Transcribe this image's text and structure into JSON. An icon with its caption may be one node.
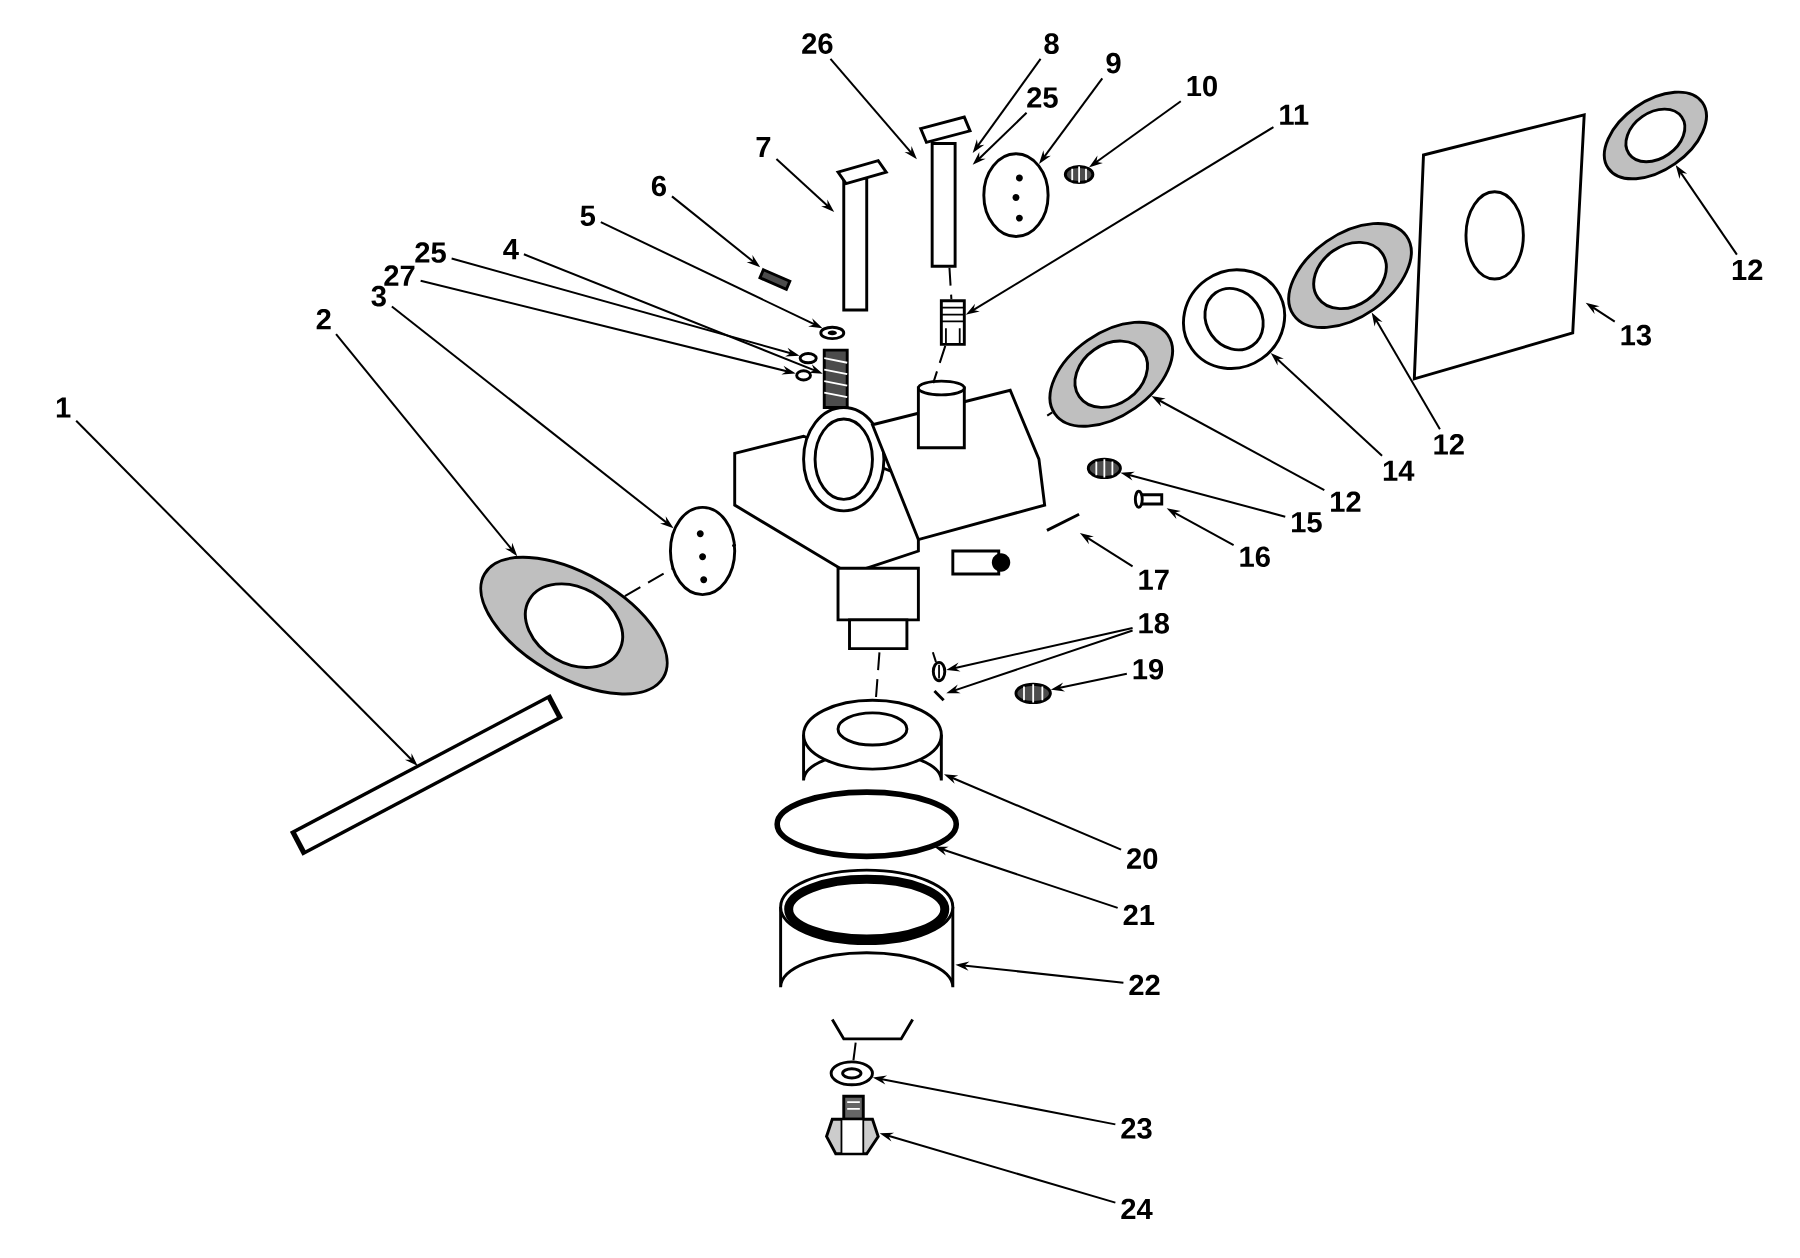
{
  "diagram": {
    "nodes": [
      {
        "text": [
          "26"
        ]
      },
      {
        "text": [
          "8"
        ]
      },
      {
        "text": [
          "25"
        ]
      },
      {
        "text": [
          "9"
        ]
      },
      {
        "text": [
          "10"
        ]
      },
      {
        "text": [
          "11"
        ]
      },
      {
        "text": [
          "7"
        ]
      },
      {
        "text": [
          "6"
        ]
      },
      {
        "text": [
          "5"
        ]
      },
      {
        "text": [
          "25"
        ]
      },
      {
        "text": [
          "27"
        ]
      },
      {
        "text": [
          "4"
        ]
      },
      {
        "text": [
          "3"
        ]
      },
      {
        "text": [
          "2"
        ]
      },
      {
        "text": [
          "1"
        ]
      },
      {
        "text": [
          "12"
        ]
      },
      {
        "text": [
          "13"
        ]
      },
      {
        "text": [
          "12"
        ]
      },
      {
        "text": [
          "14"
        ]
      },
      {
        "text": [
          "12"
        ]
      },
      {
        "text": [
          "15"
        ]
      },
      {
        "text": [
          "16"
        ]
      },
      {
        "text": [
          "17"
        ]
      },
      {
        "text": [
          "18"
        ]
      },
      {
        "text": [
          "19"
        ]
      },
      {
        "text": [
          "20"
        ]
      },
      {
        "text": [
          "21"
        ]
      },
      {
        "text": [
          "22"
        ]
      },
      {
        "text": [
          "23"
        ]
      },
      {
        "text": [
          "24"
        ]
      },
      {
        "text": [],
        "shape": "picture"
      },
      {
        "text": [],
        "shape": "picture"
      },
      {
        "text": [],
        "shape": "picture"
      },
      {
        "text": [],
        "shape": "picture"
      },
      {
        "text": [],
        "shape": "picture"
      },
      {
        "text": [],
        "shape": "picture"
      },
      {
        "text": [],
        "shape": "picture"
      },
      {
        "text": [],
        "shape": "picture"
      },
      {
        "text": [],
        "shape": "picture"
      },
      {
        "text": [],
        "shape": "picture"
      },
      {
        "text": [],
        "shape": "picture"
      },
      {
        "text": [],
        "shape": "picture"
      },
      {
        "text": [],
        "shape": "picture"
      },
      {
        "text": [],
        "shape": "picture"
      },
      {
        "text": [],
        "shape": "picture"
      },
      {
        "text": [],
        "shape": "picture"
      },
      {
        "text": [],
        "shape": "picture"
      },
      {
        "text": [],
        "shape": "picture"
      },
      {
        "text": [],
        "shape": "picture"
      },
      {
        "text": [],
        "shape": "picture"
      },
      {
        "text": [],
        "shape": "picture"
      },
      {
        "text": [],
        "shape": "picture"
      },
      {
        "text": [],
        "shape": "picture"
      },
      {
        "text": [],
        "shape": "picture"
      },
      {
        "text": [],
        "shape": "picture"
      },
      {
        "text": [],
        "shape": "picture"
      },
      {
        "text": [],
        "shape": "picture"
      },
      {
        "text": [],
        "shape": "picture"
      },
      {
        "text": [],
        "shape": "picture"
      },
      {
        "text": [],
        "shape": "picture"
      }
    ],
    "edges": [
      {
        "from": 0,
        "to": 31,
        "arrow": "to"
      },
      {
        "from": 1,
        "to": 31,
        "arrow": "to"
      },
      {
        "from": 2,
        "to": 31,
        "arrow": "to"
      },
      {
        "from": 3,
        "to": 32,
        "arrow": "to"
      },
      {
        "from": 4,
        "to": 33,
        "arrow": "to"
      },
      {
        "from": 5,
        "to": 34,
        "arrow": "to"
      },
      {
        "from": 6,
        "to": 30,
        "arrow": "to"
      },
      {
        "from": 7,
        "to": 35,
        "arrow": "to"
      },
      {
        "from": 8,
        "to": 36,
        "arrow": "to"
      },
      {
        "from": 9,
        "to": 58,
        "arrow": "to"
      },
      {
        "from": 10,
        "to": 59,
        "arrow": "to"
      },
      {
        "from": 11,
        "to": 37,
        "arrow": "to"
      },
      {
        "from": 12,
        "to": 39,
        "arrow": "to"
      },
      {
        "from": 13,
        "to": 40,
        "arrow": "to"
      },
      {
        "from": 14,
        "to": 41,
        "arrow": "to"
      },
      {
        "from": 15,
        "to": 46,
        "arrow": "to"
      },
      {
        "from": 16,
        "to": 45,
        "arrow": "to"
      },
      {
        "from": 17,
        "to": 44,
        "arrow": "to"
      },
      {
        "from": 18,
        "to": 43,
        "arrow": "to"
      },
      {
        "from": 19,
        "to": 42,
        "arrow": "to"
      },
      {
        "from": 20,
        "to": 47,
        "arrow": "to"
      },
      {
        "from": 21,
        "to": 48,
        "arrow": "to"
      },
      {
        "from": 22,
        "to": 49,
        "arrow": "to"
      },
      {
        "from": 23,
        "to": 50,
        "arrow": "to"
      },
      {
        "from": 23,
        "to": 51,
        "arrow": "to"
      },
      {
        "from": 24,
        "to": 52,
        "arrow": "to"
      },
      {
        "from": 25,
        "to": 53,
        "arrow": "to"
      },
      {
        "from": 26,
        "to": 54,
        "arrow": "to"
      },
      {
        "from": 27,
        "to": 55,
        "arrow": "to"
      },
      {
        "from": 28,
        "to": 56,
        "arrow": "to"
      },
      {
        "from": 29,
        "to": 57,
        "arrow": "to"
      },
      {
        "from": 40,
        "to": 39,
        "arrow": "none",
        "style": "dashed"
      },
      {
        "from": 39,
        "to": 38,
        "arrow": "none",
        "style": "dashed"
      },
      {
        "from": 38,
        "to": 42,
        "arrow": "none",
        "style": "dashed"
      },
      {
        "from": 31,
        "to": 34,
        "arrow": "none",
        "style": "dashed"
      },
      {
        "from": 34,
        "to": 38,
        "arrow": "none",
        "style": "dashed"
      },
      {
        "from": 38,
        "to": 50,
        "arrow": "none",
        "style": "dashed"
      },
      {
        "from": 38,
        "to": 53,
        "arrow": "none",
        "style": "dashed"
      },
      {
        "from": 55,
        "to": 56,
        "arrow": "none",
        "style": "dashed"
      }
    ]
  }
}
